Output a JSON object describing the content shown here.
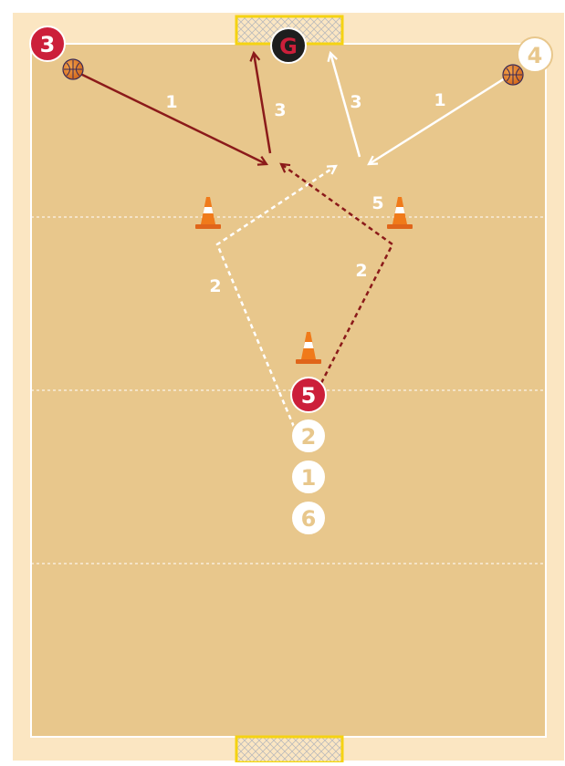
{
  "colors": {
    "outer_court": "#fbe6c2",
    "court": "#e8c78c",
    "court_line": "#ffffff",
    "dark_red": "#8b1a1a",
    "white": "#ffffff",
    "player_red": "#cc1f3a",
    "goalkeeper": "#1e1e1e",
    "goal_frame": "#f5d312",
    "cone_orange": "#f07a1a"
  },
  "players": {
    "p3": "3",
    "p4": "4",
    "goalkeeper": "G",
    "p5": "5",
    "p2": "2",
    "p1": "1",
    "p6": "6"
  },
  "step_labels": {
    "left_pass": "1",
    "right_pass": "1",
    "left_shot": "3",
    "right_shot": "3",
    "left_run": "2",
    "right_run": "2",
    "red_cut": "5"
  }
}
